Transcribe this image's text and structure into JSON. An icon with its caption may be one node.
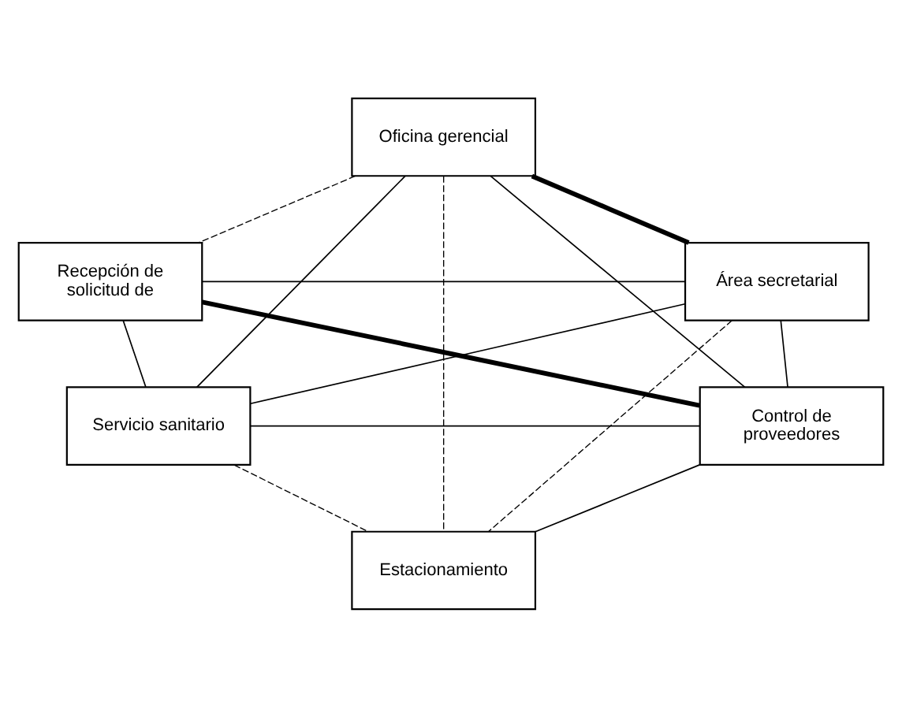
{
  "diagram": {
    "nodes": [
      {
        "text": [
          "Oficina gerencial"
        ]
      },
      {
        "text": [
          "Recepción de solicitud de"
        ]
      },
      {
        "text": [
          "Área secretarial"
        ]
      },
      {
        "text": [
          "Servicio sanitario"
        ]
      },
      {
        "text": [
          "Control de proveedores"
        ]
      },
      {
        "text": [
          "Estacionamiento"
        ]
      }
    ],
    "edges": [
      {
        "from": 0,
        "to": 1,
        "arrow": "none",
        "style": "dashed"
      },
      {
        "from": 0,
        "to": 2,
        "arrow": "none",
        "style": "thick"
      },
      {
        "from": 0,
        "to": 3,
        "arrow": "none"
      },
      {
        "from": 0,
        "to": 4,
        "arrow": "none"
      },
      {
        "from": 0,
        "to": 5,
        "arrow": "none",
        "style": "dashed"
      },
      {
        "from": 1,
        "to": 2,
        "arrow": "none"
      },
      {
        "from": 1,
        "to": 4,
        "arrow": "none",
        "style": "thick"
      },
      {
        "from": 1,
        "to": 3,
        "arrow": "none"
      },
      {
        "from": 2,
        "to": 3,
        "arrow": "none"
      },
      {
        "from": 2,
        "to": 4,
        "arrow": "none"
      },
      {
        "from": 2,
        "to": 5,
        "arrow": "none",
        "style": "dashed"
      },
      {
        "from": 3,
        "to": 4,
        "arrow": "none"
      },
      {
        "from": 3,
        "to": 5,
        "arrow": "none",
        "style": "dashed"
      },
      {
        "from": 4,
        "to": 5,
        "arrow": "none"
      }
    ]
  }
}
